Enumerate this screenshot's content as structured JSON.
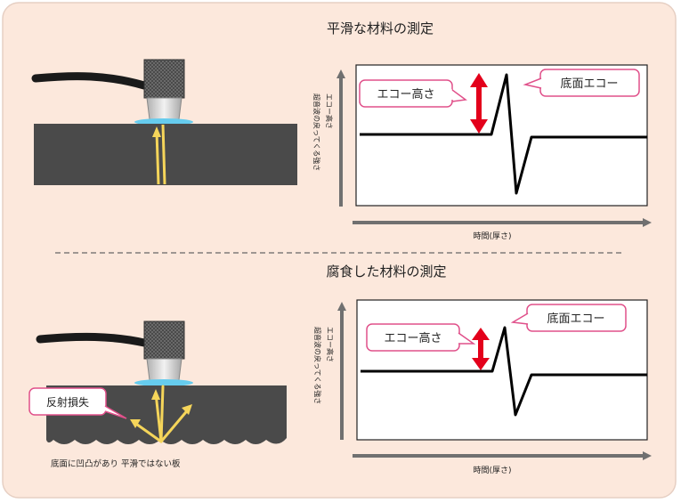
{
  "colors": {
    "panel_bg": "#fce8dc",
    "panel_border": "#e6cfc3",
    "material": "#4a4a4a",
    "probe_body": "#555555",
    "couplant": "#66ccee",
    "beam": "#f5d55a",
    "arrow_red": "#e3001b",
    "callout_border": "#e0508a",
    "axis_gray": "#707070",
    "divider": "#666666"
  },
  "top_section": {
    "title": "平滑な材料の測定",
    "graph": {
      "y_label_line1": "エコー高さ",
      "y_label_line2": "超音波の戻ってくる強さ",
      "x_label": "時間(厚さ)",
      "callout_echo_height": "エコー高さ",
      "callout_bottom_echo": "底面エコー"
    }
  },
  "bottom_section": {
    "title": "腐食した材料の測定",
    "callout_reflection_loss": "反射損失",
    "material_caption": "底面に凹凸があり 平滑ではない板",
    "graph": {
      "y_label_line1": "エコー高さ",
      "y_label_line2": "超音波の戻ってくる強さ",
      "x_label": "時間(厚さ)",
      "callout_echo_height": "エコー高さ",
      "callout_bottom_echo": "底面エコー"
    }
  }
}
